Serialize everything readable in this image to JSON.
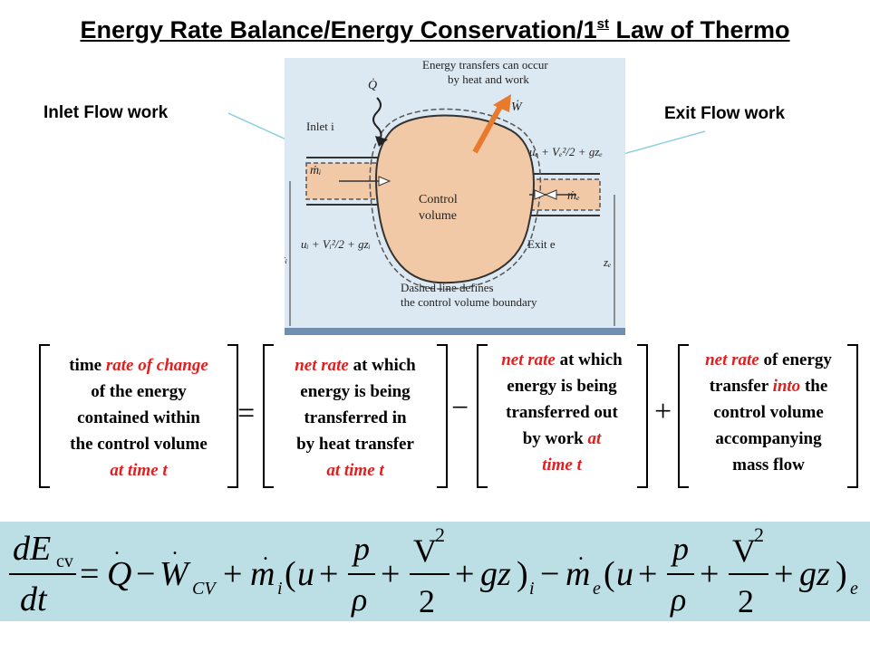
{
  "title": {
    "main": "Energy Rate Balance/Energy Conservation/1",
    "sup": "st",
    "rest": " Law of Thermo"
  },
  "labels": {
    "inlet": "Inlet Flow work",
    "exit": "Exit Flow work"
  },
  "figure": {
    "energy_note_line1": "Energy transfers can occur",
    "energy_note_line2": "by heat and work",
    "inlet": "Inlet i",
    "exit": "Exit e",
    "control_line1": "Control",
    "control_line2": "volume",
    "dashed_line1": "Dashed line defines",
    "dashed_line2": "the control volume boundary"
  },
  "boxes": {
    "b1": {
      "red1": "rate of change",
      "pre1": "time ",
      "line2": "of the energy",
      "line3": "contained within",
      "line4": "the control volume",
      "red2": "at time t"
    },
    "b2": {
      "red1": "net rate",
      "post1": " at which",
      "line2": "energy is being",
      "line3": "transferred in",
      "line4": "by heat transfer",
      "red2": "at time t"
    },
    "b3": {
      "red1": "net rate",
      "post1": " at which",
      "line2": "energy is being",
      "line3": "transferred out",
      "pre4": "by work ",
      "red4": "at",
      "red5": "time t"
    },
    "b4": {
      "red1": "net rate",
      "post1": " of energy",
      "pre2": "transfer ",
      "red2": "into",
      "post2": " the",
      "line3": "control volume",
      "line4": "accompanying",
      "line5": "mass flow"
    }
  },
  "operators": {
    "eq": "=",
    "minus": "−",
    "plus": "+"
  },
  "colors": {
    "accent_red": "#e02020",
    "band": "#bcdfe6",
    "cv_fill": "#f2c9a6",
    "arrow_work": "#e87a2e"
  }
}
